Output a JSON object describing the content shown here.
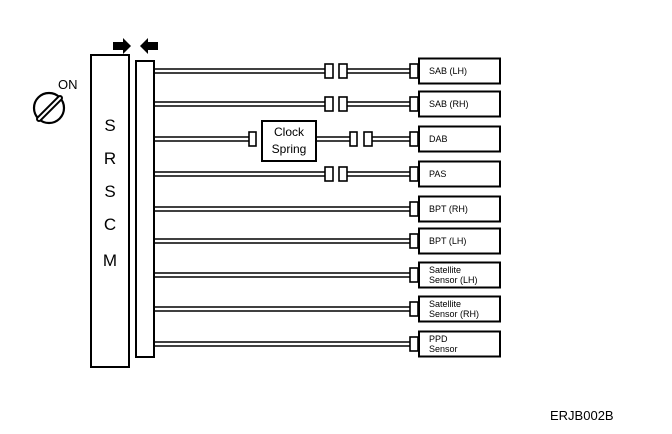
{
  "ignition": {
    "label": "ON"
  },
  "module": {
    "letters": [
      "S",
      "R",
      "S",
      "C",
      "M"
    ]
  },
  "clock_spring": {
    "line1": "Clock",
    "line2": "Spring"
  },
  "components": [
    {
      "line1": "SAB (LH)",
      "line2": "",
      "connectors": "double"
    },
    {
      "line1": "SAB (RH)",
      "line2": "",
      "connectors": "double"
    },
    {
      "line1": "DAB",
      "line2": "",
      "connectors": "clock"
    },
    {
      "line1": "PAS",
      "line2": "",
      "connectors": "double"
    },
    {
      "line1": "BPT (RH)",
      "line2": "",
      "connectors": "single"
    },
    {
      "line1": "BPT (LH)",
      "line2": "",
      "connectors": "single"
    },
    {
      "line1": "Satellite",
      "line2": "Sensor (LH)",
      "connectors": "single"
    },
    {
      "line1": "Satellite",
      "line2": "Sensor (RH)",
      "connectors": "single"
    },
    {
      "line1": "PPD",
      "line2": "Sensor",
      "connectors": "single"
    }
  ],
  "figure_code": "ERJB002B"
}
